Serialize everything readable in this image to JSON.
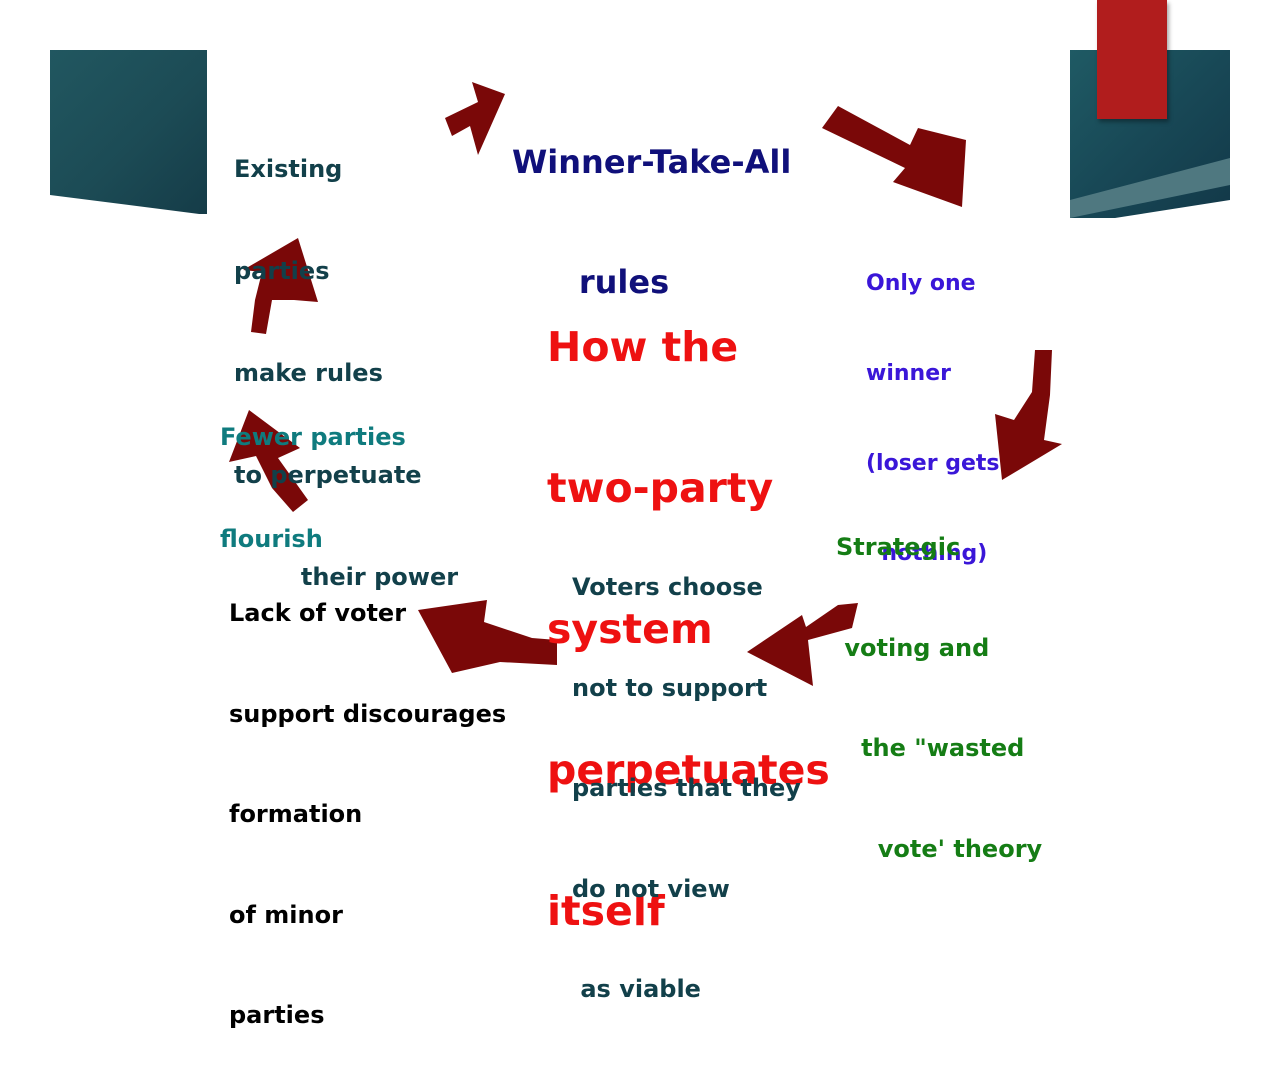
{
  "diagram": {
    "title_lines": [
      "How the",
      "two-party",
      "system",
      "perpetuates",
      "itself"
    ],
    "nodes": {
      "winner_take_all": [
        "Winner-Take-All",
        "      rules"
      ],
      "only_one_winner": [
        "Only one",
        "winner",
        "(loser gets",
        "  nothing)"
      ],
      "strategic_voting": [
        "Strategic",
        " voting and",
        "   the \"wasted",
        "     vote' theory"
      ],
      "voters_choose": [
        "Voters choose",
        "not to support",
        "parties that they",
        "do not view",
        " as viable"
      ],
      "lack_of_support": [
        "Lack of voter",
        "support discourages",
        "formation",
        "of minor",
        "parties"
      ],
      "fewer_parties": [
        "Fewer parties",
        "flourish"
      ],
      "existing_parties": [
        "Existing",
        "parties",
        "make rules",
        "to perpetuate",
        "        their power"
      ]
    }
  },
  "colors": {
    "title": "#ee1111",
    "winner_take_all": "#10107a",
    "only_one_winner": "#3a16d8",
    "strategic_voting": "#157d15",
    "voters_choose": "#12404a",
    "lack_of_support": "#000000",
    "fewer_parties": "#0f7b7e",
    "existing_parties": "#12404a",
    "arrow": "#7a0808"
  }
}
